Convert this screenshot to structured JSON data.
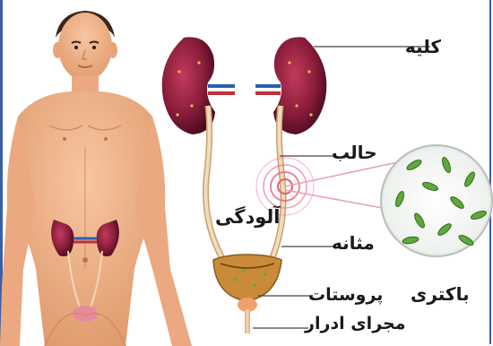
{
  "title_fragment": "",
  "labels": {
    "kidney": "کلیه",
    "ureter": "حالب",
    "infection": "آلودگی",
    "bladder": "مثانه",
    "prostate": "پروستات",
    "urethra": "مجرای ادرار",
    "bacteria": "باکتری"
  },
  "colors": {
    "frame": "#3a5fa8",
    "skin": "#f1b68f",
    "kidney": "#8a1d3a",
    "ureter": "#e8c9a0",
    "bladder": "#c98a3a",
    "bacteria": "#5fa83a",
    "infection_ring": "#e85a7a"
  },
  "icons": {
    "human_figure": "male-body-illustration",
    "bacteria_zoom": "bacteria-magnifier-circle"
  }
}
